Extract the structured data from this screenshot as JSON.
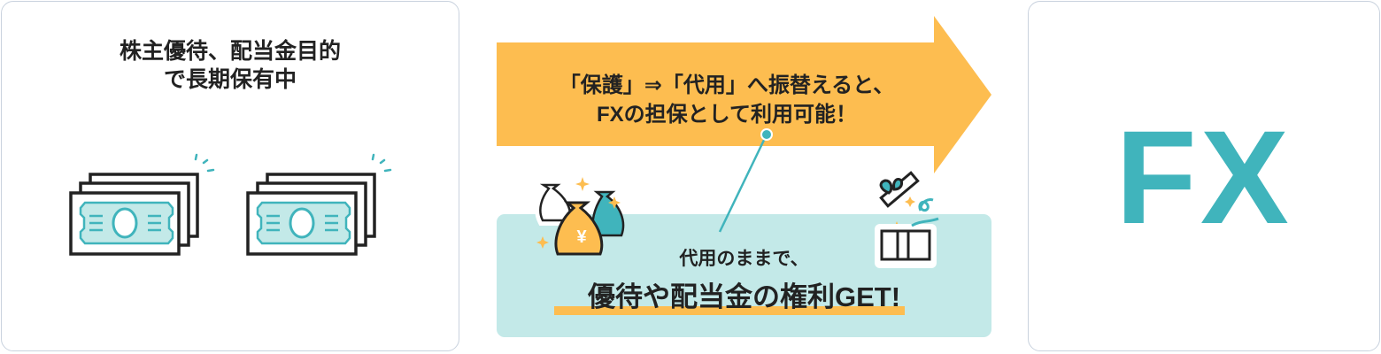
{
  "left_card": {
    "title_line1": "株主優待、配当金目的",
    "title_line2": "で長期保有中"
  },
  "arrow": {
    "line1": "「保護」⇒「代用」へ振替えると、",
    "line2": "FXの担保として利用可能！"
  },
  "benefit": {
    "line1": "代用のままで、",
    "line2": "優待や配当金の権利GET!"
  },
  "right_card": {
    "label": "FX"
  },
  "colors": {
    "teal": "#40b4bc",
    "orange": "#fdbd50",
    "light_teal": "#c3e9e8"
  }
}
